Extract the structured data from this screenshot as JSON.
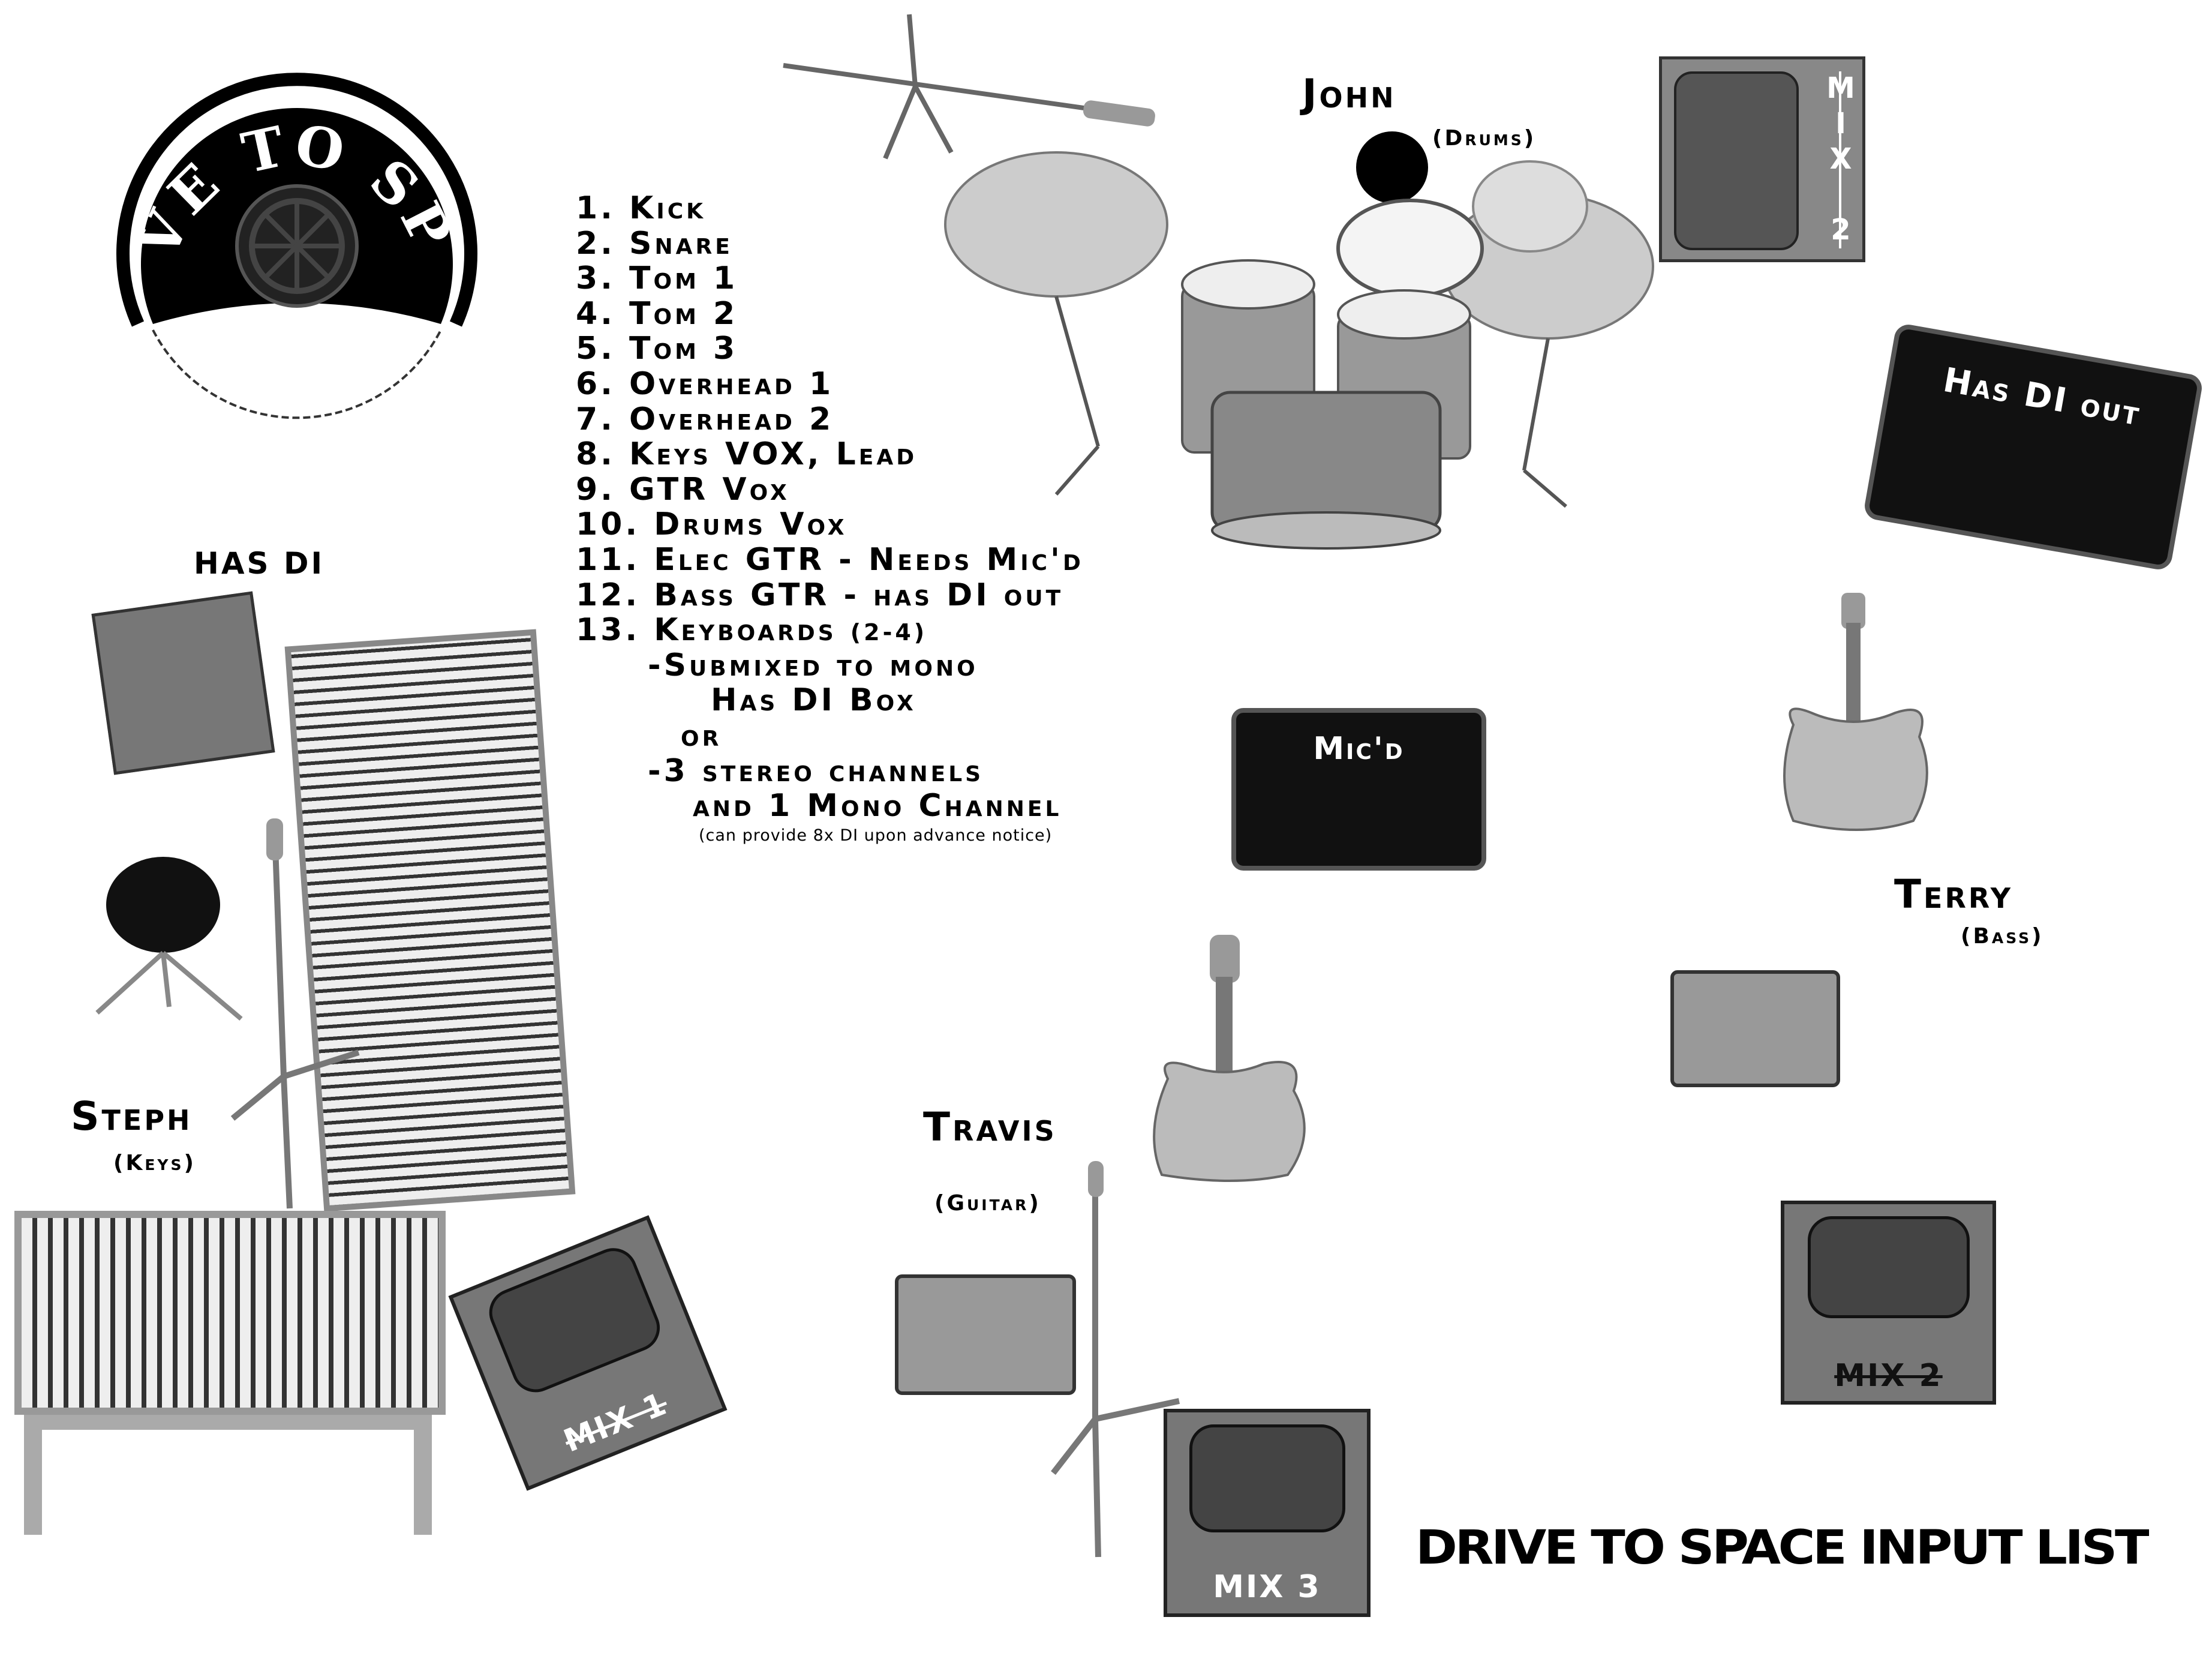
{
  "logo": {
    "text": "DRIVE TO SPACE"
  },
  "title": "DRIVE TO SPACE INPUT LIST",
  "input_list": [
    "1. Kick",
    "2. Snare",
    "3. Tom 1",
    "4. Tom 2",
    "5. Tom 3",
    "6. Overhead 1",
    "7. Overhead 2",
    "8. Keys VOX, Lead",
    "9. GTR Vox",
    "10. Drums Vox",
    "11. Elec GTR - Needs Mic'd",
    "12. Bass GTR - has DI out",
    "13. Keyboards"
  ],
  "keyboards_count": "(2-4)",
  "keyboard_options": {
    "opt1": "-Submixed to mono",
    "opt1_sub": "Has DI Box",
    "or": "or",
    "opt2": "-3 stereo channels",
    "opt2_sub": "and 1 Mono Channel"
  },
  "note": "(can provide 8x DI upon advance notice)",
  "musicians": {
    "john": {
      "name": "John",
      "role": "(Drums)"
    },
    "terry": {
      "name": "Terry",
      "role": "(Bass)"
    },
    "travis": {
      "name": "Travis",
      "role": "(Guitar)"
    },
    "steph": {
      "name": "Steph",
      "role": "(Keys)"
    }
  },
  "labels": {
    "has_di": "HAS DI",
    "has_di_out": "Has DI out",
    "micd": "Mic'd",
    "mix1": "MIX 1",
    "mix2_top": "MIX 2",
    "mix2": "MIX 2",
    "mix3": "MIX 3"
  }
}
